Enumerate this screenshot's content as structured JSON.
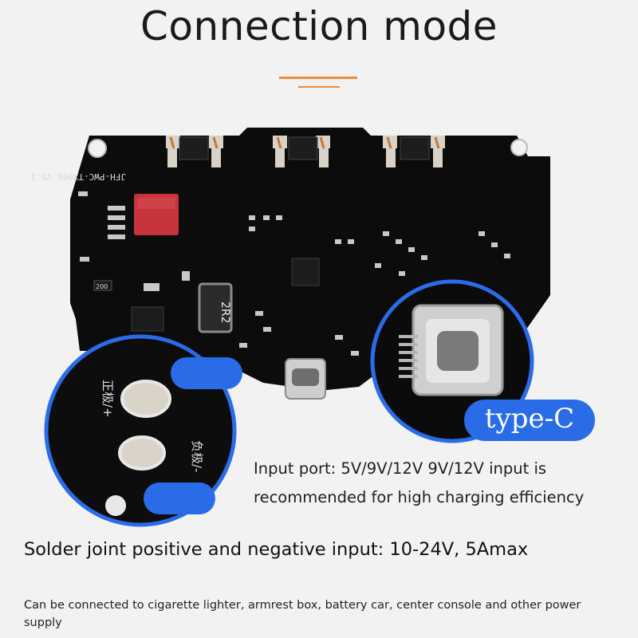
{
  "header": {
    "title": "Connection mode",
    "accent_color": "#f0893a"
  },
  "board": {
    "silkscreen_model": "JFH-PWC-TX006 V5.1",
    "inductor_label": "2R2",
    "resistor_label": "200",
    "positive_label": "正极/+",
    "negative_label": "负极/-"
  },
  "callouts": {
    "type_c_badge": "type-C",
    "badge_color": "#2a6ce8",
    "input_port": "Input port: 5V/9V/12V 9V/12V input is recommended for high charging efficiency",
    "solder_joint": "Solder joint positive and negative input: 10-24V, 5Amax",
    "footnote": "Can be connected to cigarette lighter, armrest box, battery car, center console and other power supply"
  }
}
